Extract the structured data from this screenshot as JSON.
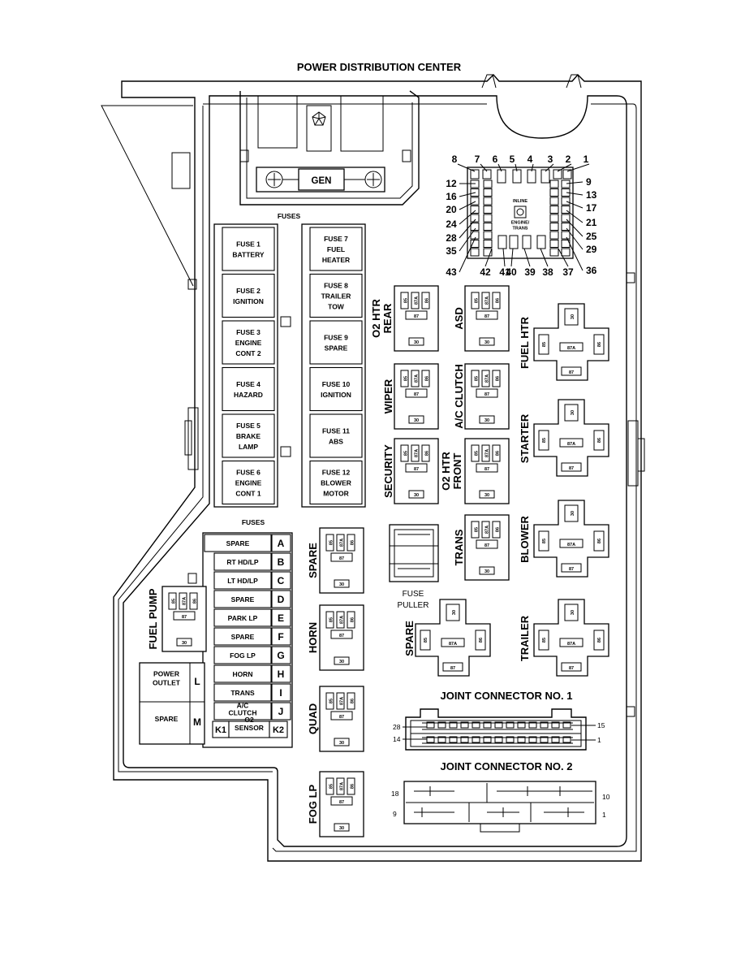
{
  "title": "POWER DISTRIBUTION CENTER",
  "gen_label": "GEN",
  "fuses_upper_heading": "FUSES",
  "fuses_lower_heading": "FUSES",
  "upper_fuses_left": [
    {
      "lines": [
        "FUSE 1",
        "BATTERY"
      ]
    },
    {
      "lines": [
        "FUSE 2",
        "IGNITION"
      ]
    },
    {
      "lines": [
        "FUSE 3",
        "ENGINE",
        "CONT 2"
      ]
    },
    {
      "lines": [
        "FUSE 4",
        "HAZARD"
      ]
    },
    {
      "lines": [
        "FUSE 5",
        "BRAKE",
        "LAMP"
      ]
    },
    {
      "lines": [
        "FUSE 6",
        "ENGINE",
        "CONT 1"
      ]
    }
  ],
  "upper_fuses_right": [
    {
      "lines": [
        "FUSE 7",
        "FUEL",
        "HEATER"
      ]
    },
    {
      "lines": [
        "FUSE 8",
        "TRAILER",
        "TOW"
      ]
    },
    {
      "lines": [
        "FUSE 9",
        "SPARE"
      ]
    },
    {
      "lines": [
        "FUSE 10",
        "IGNITION"
      ]
    },
    {
      "lines": [
        "FUSE 11",
        "ABS"
      ]
    },
    {
      "lines": [
        "FUSE 12",
        "BLOWER",
        "MOTOR"
      ]
    }
  ],
  "lower_fuses": [
    {
      "name": [
        "SPARE"
      ],
      "letter": "A"
    },
    {
      "name": [
        "RT HD/LP"
      ],
      "letter": "B"
    },
    {
      "name": [
        "LT HD/LP"
      ],
      "letter": "C"
    },
    {
      "name": [
        "SPARE"
      ],
      "letter": "D"
    },
    {
      "name": [
        "PARK LP"
      ],
      "letter": "E"
    },
    {
      "name": [
        "SPARE"
      ],
      "letter": "F"
    },
    {
      "name": [
        "FOG LP"
      ],
      "letter": "G"
    },
    {
      "name": [
        "HORN"
      ],
      "letter": "H"
    },
    {
      "name": [
        "TRANS"
      ],
      "letter": "I"
    },
    {
      "name": [
        "A/C",
        "CLUTCH"
      ],
      "letter": "J"
    }
  ],
  "bottom_row": {
    "left": "K1",
    "center": [
      "O2",
      "SENSOR"
    ],
    "right": "K2"
  },
  "outlets": [
    {
      "name": [
        "POWER",
        "OUTLET"
      ],
      "letter": "L"
    },
    {
      "name": [
        "SPARE"
      ],
      "letter": "M"
    }
  ],
  "mini_relay_pins": {
    "p85": "85",
    "p87a": "87A",
    "p86": "86",
    "p87": "87",
    "p30": "30"
  },
  "iso_relay_pins": {
    "p30": "30",
    "p85": "85",
    "p87a": "87A",
    "p86": "86",
    "p87": "87"
  },
  "mini_relays": [
    {
      "label": [
        "O2 HTR",
        "REAR"
      ]
    },
    {
      "label": [
        "ASD"
      ]
    },
    {
      "label": [
        "WIPER"
      ]
    },
    {
      "label": [
        "A/C CLUTCH"
      ]
    },
    {
      "label": [
        "SECURITY"
      ]
    },
    {
      "label": [
        "O2 HTR",
        "FRONT"
      ]
    },
    {
      "label": [
        "TRANS"
      ]
    },
    {
      "label": [
        "SPARE"
      ]
    },
    {
      "label": [
        "HORN"
      ]
    },
    {
      "label": [
        "QUAD"
      ]
    },
    {
      "label": [
        "FOG LP"
      ]
    },
    {
      "label": [
        "FUEL PUMP"
      ]
    }
  ],
  "iso_relays": [
    {
      "label": [
        "FUEL HTR"
      ]
    },
    {
      "label": [
        "STARTER"
      ]
    },
    {
      "label": [
        "BLOWER"
      ]
    },
    {
      "label": [
        "TRAILER"
      ]
    },
    {
      "label": [
        "SPARE"
      ]
    }
  ],
  "fuse_puller": [
    "FUSE",
    "PULLER"
  ],
  "inline_center": {
    "top": "INLINE",
    "bottom": [
      "ENGINE/",
      "TRANS"
    ]
  },
  "cavity_numbers": {
    "top": [
      "8",
      "7",
      "6",
      "5",
      "4",
      "3",
      "2",
      "1"
    ],
    "left": [
      "12",
      "16",
      "20",
      "24",
      "28",
      "35",
      "43"
    ],
    "right": [
      "9",
      "13",
      "17",
      "21",
      "25",
      "29",
      "36"
    ],
    "bottom": [
      "42",
      "41",
      "40",
      "39",
      "38",
      "37"
    ]
  },
  "joint_connector_1": {
    "title": "JOINT CONNECTOR NO. 1",
    "pins": {
      "tl": "28",
      "tr": "15",
      "bl": "14",
      "br": "1"
    }
  },
  "joint_connector_2": {
    "title": "JOINT CONNECTOR NO. 2",
    "pins": {
      "tl": "18",
      "tr": "10",
      "bl": "9",
      "br": "1"
    }
  }
}
